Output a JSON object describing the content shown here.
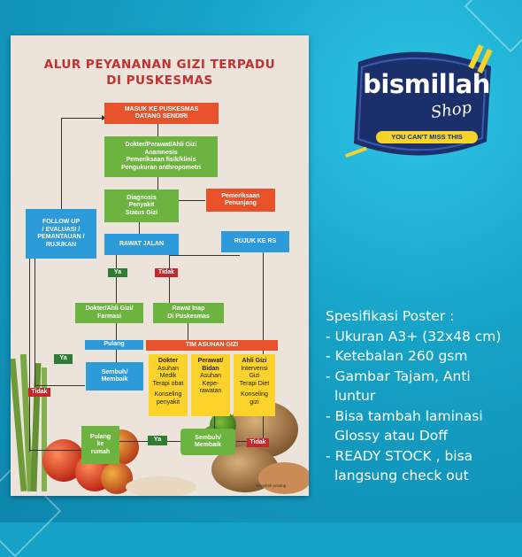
{
  "logo": {
    "brand": "bismillah",
    "script": "Shop",
    "tagline": "YOU CAN'T MISS THIS"
  },
  "poster": {
    "title_line1": "ALUR PEYANANAN GIZI TERPADU",
    "title_line2": "DI PUSKESMAS",
    "footer": "- bismillah printing -",
    "nodes": {
      "masuk": [
        "MASUK KE PUSKESMAS",
        "DATANG SENDIRI"
      ],
      "dokter": [
        "Dokter/Perawat/Ahli Gizi",
        "",
        "Anamnesis",
        "Pemeriksaan fisik/klinis",
        "Pengukuran anthropometri"
      ],
      "diagnosis": [
        "Diagnosis",
        "Penyakit",
        "Status Gizi"
      ],
      "pemeriksaan": [
        "Pemeriksaan",
        "Penunjang"
      ],
      "followup": [
        "FOLLOW UP",
        "/ EVALUASI /",
        "PEMANTAUAN /",
        "RUJUKAN"
      ],
      "rawat_jalan": "RAWAT JALAN",
      "rujuk": "RUJUK KE RS",
      "ya1": "Ya",
      "tidak1": "Tidak",
      "dokter_farmasi": [
        "Dokter/Ahli Gizi/",
        "Farmasi"
      ],
      "rawat_inap": [
        "Rawat Inap",
        "Di Puskesmas"
      ],
      "pulang": "Pulang",
      "tim": "TIM ASUHAN GIZI",
      "ya2": "Ya",
      "tidak2": "Tidak",
      "sembuh1": [
        "Sembuh/",
        "Membaik"
      ],
      "tim_cols": [
        {
          "head": [
            "Dokter"
          ],
          "body": [
            "Asuhan",
            "Medik",
            "Terapi obat",
            "",
            "Konseling",
            "penyakit"
          ]
        },
        {
          "head": [
            "Perawat/",
            "Bidan"
          ],
          "body": [
            "Asuhan",
            "Kepe-",
            "rawatan"
          ]
        },
        {
          "head": [
            "Ahli Gizi"
          ],
          "body": [
            "Intervensi",
            "Gizi",
            "Terapi Diet",
            "",
            "Konseling",
            "gizi"
          ]
        }
      ],
      "pulang_rumah": [
        "Pulang",
        "ke",
        "rumah"
      ],
      "ya3": "Ya",
      "sembuh2": [
        "Sembuh/",
        "Membaik"
      ],
      "tidak3": "Tidak"
    }
  },
  "specs": {
    "heading": "Spesifikasi Poster :",
    "items": [
      "- Ukuran A3+ (32x48 cm)",
      "- Ketebalan 260 gsm",
      "- Gambar Tajam,  Anti",
      "  luntur",
      "- Bisa tambah laminasi",
      "  Glossy atau Doff",
      "- READY STOCK , bisa",
      "  langsung check out"
    ]
  },
  "colors": {
    "background": "#16a2c6",
    "title_red": "#c0312f",
    "box_orange": "#e8522a",
    "box_green": "#6cb33f",
    "box_blue": "#2d9ad9",
    "box_yellow": "#fdd22a",
    "logo_navy": "#1b2f6b"
  }
}
